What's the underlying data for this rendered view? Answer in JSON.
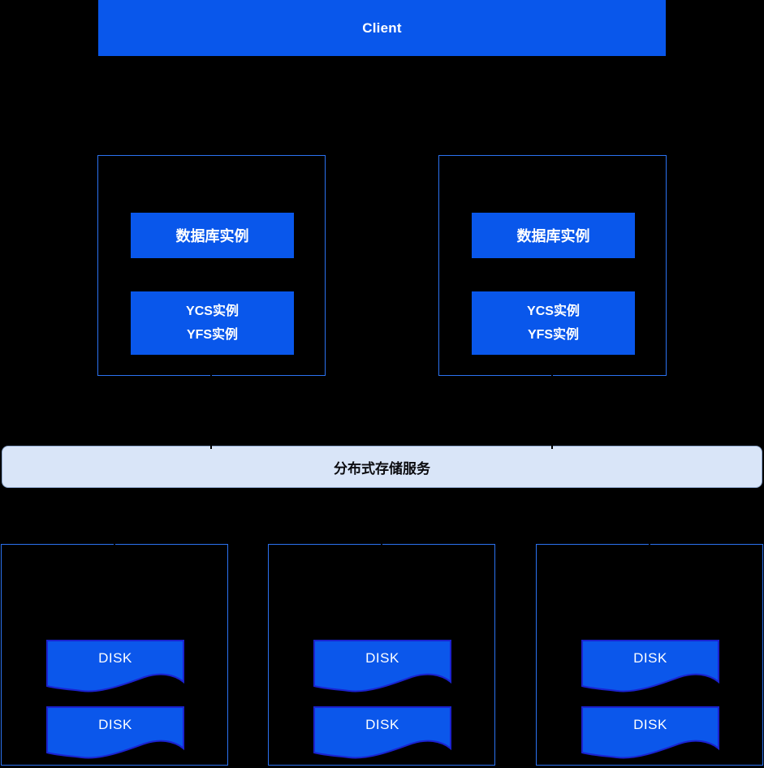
{
  "client": {
    "label": "Client"
  },
  "db_nodes": [
    {
      "db_instance": "数据库实例",
      "ycs": "YCS实例",
      "yfs": "YFS实例"
    },
    {
      "db_instance": "数据库实例",
      "ycs": "YCS实例",
      "yfs": "YFS实例"
    }
  ],
  "storage": {
    "label": "分布式存储服务"
  },
  "disk_groups": [
    {
      "disks": [
        "DISK",
        "DISK"
      ]
    },
    {
      "disks": [
        "DISK",
        "DISK"
      ]
    },
    {
      "disks": [
        "DISK",
        "DISK"
      ]
    }
  ],
  "colors": {
    "background": "#000000",
    "primary_blue": "#0957EB",
    "node_border_blue": "#2B72F0",
    "disk_fill": "#0B57EB",
    "disk_wave_border": "#1B22CF",
    "storage_fill": "#D9E5F8",
    "storage_border": "#8CA5CB",
    "storage_text": "#0B0B0F",
    "text_white": "#FFFFFF"
  }
}
